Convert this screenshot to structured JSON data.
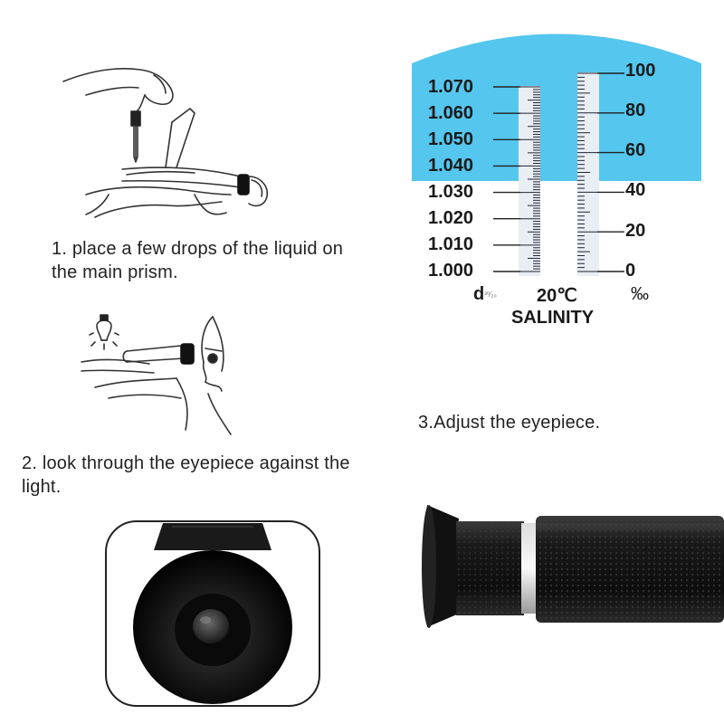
{
  "steps": {
    "step1": "1. place a few drops of the liquid on the main prism.",
    "step2": "2. look through the eyepiece against the light.",
    "step3": "3.Adjust the eyepiece."
  },
  "scale": {
    "sg_labels": [
      "1.070",
      "1.060",
      "1.050",
      "1.040",
      "1.030",
      "1.020",
      "1.010",
      "1.000"
    ],
    "salinity_labels": [
      "100",
      "80",
      "60",
      "40",
      "20",
      "0"
    ],
    "sg_symbol": "d",
    "temperature": "20℃",
    "permille": "‰",
    "title": "SALINITY",
    "colors": {
      "blue": "#55c6ee",
      "white": "#ffffff",
      "ink": "#1a1a1a"
    }
  },
  "icons": [
    "hand-dropper-illustration",
    "eye-light-illustration",
    "eyepiece-photo",
    "refractometer-photo"
  ]
}
